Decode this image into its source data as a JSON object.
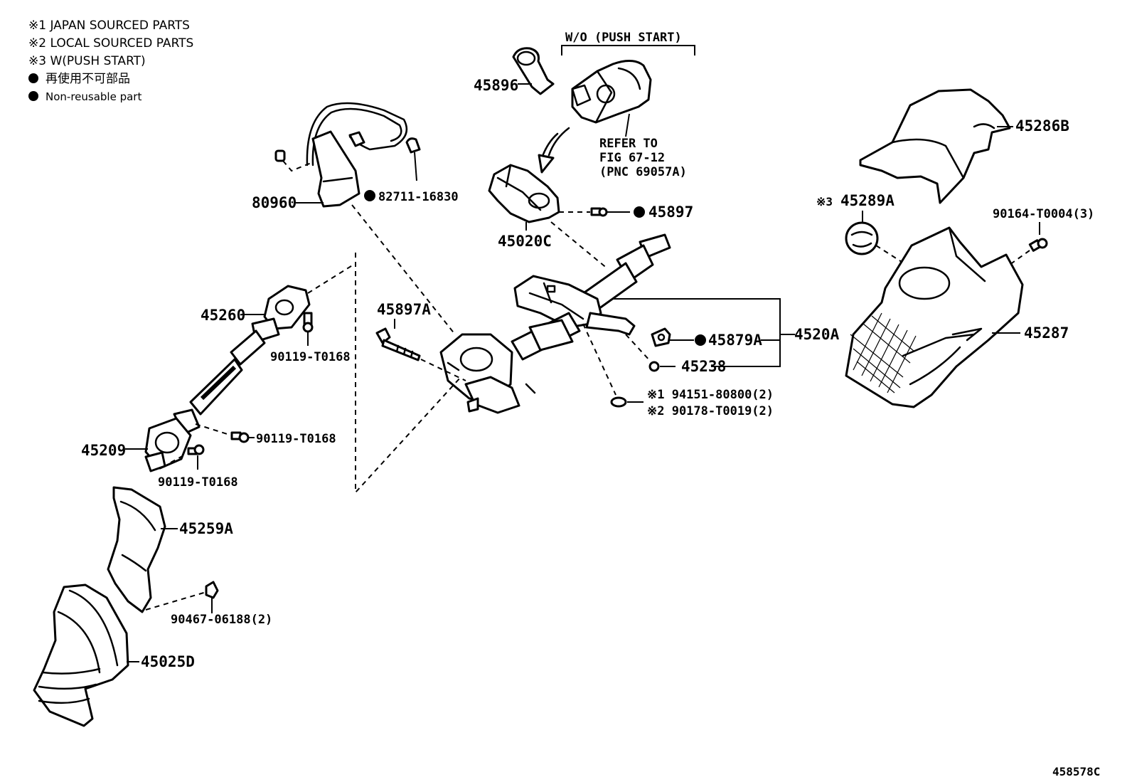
{
  "legend": {
    "note1": "※1 JAPAN SOURCED PARTS",
    "note2": "※2 LOCAL SOURCED PARTS",
    "note3": "※3 W(PUSH START)",
    "nonreusable_jp": "再使用不可部品",
    "nonreusable_en": "Non-reusable part"
  },
  "header": {
    "wo_push_start": "W/O (PUSH START)",
    "refer_line1": "REFER TO",
    "refer_line2": "FIG 67-12",
    "refer_line3": "(PNC 69057A)"
  },
  "parts": {
    "p45896": "45896",
    "p80960": "80960",
    "p82711": "82711-16830",
    "p45020C": "45020C",
    "p45897": "45897",
    "p45286B": "45286B",
    "p45289A": "45289A",
    "p45289A_prefix": "※3",
    "p90164": "90164-T0004(3)",
    "p45260": "45260",
    "p90119a": "90119-T0168",
    "p45897A": "45897A",
    "p4520A": "4520A",
    "p45879A": "45879A",
    "p45238": "45238",
    "p45287": "45287",
    "p94151": "※1 94151-80800(2)",
    "p90178": "※2 90178-T0019(2)",
    "p90119b": "90119-T0168",
    "p45209": "45209",
    "p90119c": "90119-T0168",
    "p45259A": "45259A",
    "p90467": "90467-06188(2)",
    "p45025D": "45025D"
  },
  "footer": {
    "figure_id": "458578C"
  }
}
